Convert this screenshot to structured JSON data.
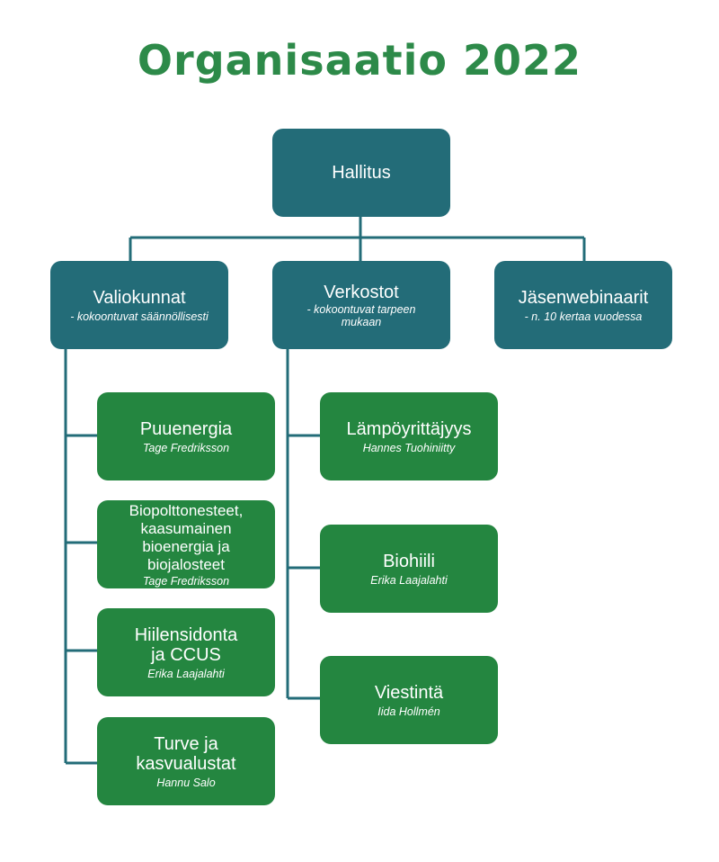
{
  "title": "Organisaatio 2022",
  "colors": {
    "title": "#2d8a49",
    "top_level": "#236c78",
    "groups": "#248640",
    "lines": "#236c78"
  },
  "root": {
    "name": "Hallitus"
  },
  "branches": [
    {
      "name": "Valiokunnat",
      "note": "- kokoontuvat säännöllisesti"
    },
    {
      "name": "Verkostot",
      "note": "- kokoontuvat tarpeen mukaan"
    },
    {
      "name": "Jäsenwebinaarit",
      "note": "- n. 10 kertaa vuodessa"
    }
  ],
  "valiokunnat": [
    {
      "name": "Puuenergia",
      "person": "Tage Fredriksson"
    },
    {
      "name": "Biopolttonesteet, kaasumainen bioenergia ja biojalosteet",
      "person": "Tage Fredriksson"
    },
    {
      "name": "Hiilensidonta ja CCUS",
      "person": "Erika Laajalahti"
    },
    {
      "name": "Turve ja kasvualustat",
      "person": "Hannu Salo"
    }
  ],
  "verkostot": [
    {
      "name": "Lämpöyrittäjyys",
      "person": "Hannes Tuohiniitty"
    },
    {
      "name": "Biohiili",
      "person": "Erika Laajalahti"
    },
    {
      "name": "Viestintä",
      "person": "Iida Hollmén"
    }
  ]
}
